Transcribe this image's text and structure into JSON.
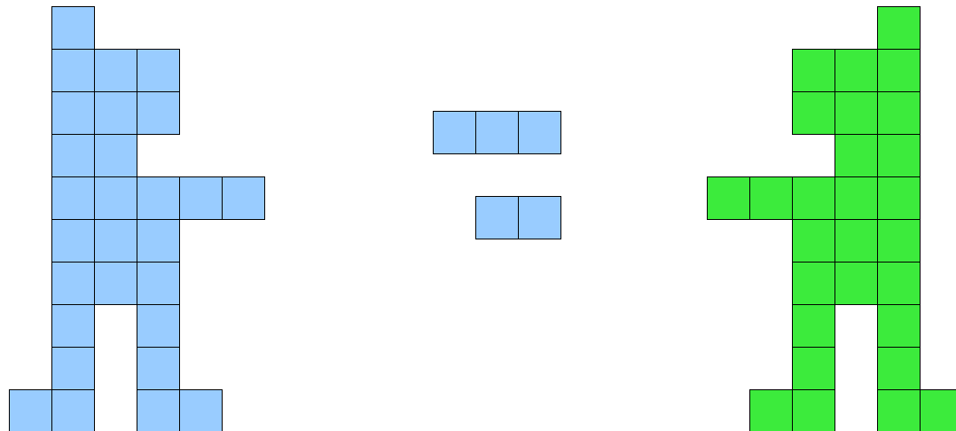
{
  "colors": {
    "blue": "#99ccff",
    "green": "#3ceb3c",
    "outline": "#000000",
    "background": "#ffffff"
  },
  "figures": [
    {
      "name": "blue-figure",
      "color": "blue",
      "cells": [
        [
          1,
          0
        ],
        [
          1,
          1
        ],
        [
          2,
          1
        ],
        [
          3,
          1
        ],
        [
          1,
          2
        ],
        [
          2,
          2
        ],
        [
          3,
          2
        ],
        [
          1,
          3
        ],
        [
          2,
          3
        ],
        [
          1,
          4
        ],
        [
          2,
          4
        ],
        [
          3,
          4
        ],
        [
          4,
          4
        ],
        [
          5,
          4
        ],
        [
          1,
          5
        ],
        [
          2,
          5
        ],
        [
          3,
          5
        ],
        [
          1,
          6
        ],
        [
          2,
          6
        ],
        [
          3,
          6
        ],
        [
          1,
          7
        ],
        [
          3,
          7
        ],
        [
          1,
          8
        ],
        [
          3,
          8
        ],
        [
          0,
          9
        ],
        [
          1,
          9
        ],
        [
          3,
          9
        ],
        [
          4,
          9
        ]
      ]
    },
    {
      "name": "blue-bar-three",
      "color": "blue",
      "cells": [
        [
          0,
          0
        ],
        [
          1,
          0
        ],
        [
          2,
          0
        ]
      ]
    },
    {
      "name": "blue-bar-two",
      "color": "blue",
      "cells": [
        [
          0,
          0
        ],
        [
          1,
          0
        ]
      ]
    },
    {
      "name": "green-figure",
      "color": "green",
      "cells": [
        [
          4,
          0
        ],
        [
          2,
          1
        ],
        [
          3,
          1
        ],
        [
          4,
          1
        ],
        [
          2,
          2
        ],
        [
          3,
          2
        ],
        [
          4,
          2
        ],
        [
          3,
          3
        ],
        [
          4,
          3
        ],
        [
          0,
          4
        ],
        [
          1,
          4
        ],
        [
          2,
          4
        ],
        [
          3,
          4
        ],
        [
          4,
          4
        ],
        [
          2,
          5
        ],
        [
          3,
          5
        ],
        [
          4,
          5
        ],
        [
          2,
          6
        ],
        [
          3,
          6
        ],
        [
          4,
          6
        ],
        [
          2,
          7
        ],
        [
          4,
          7
        ],
        [
          2,
          8
        ],
        [
          4,
          8
        ],
        [
          1,
          9
        ],
        [
          2,
          9
        ],
        [
          4,
          9
        ],
        [
          5,
          9
        ]
      ]
    }
  ]
}
